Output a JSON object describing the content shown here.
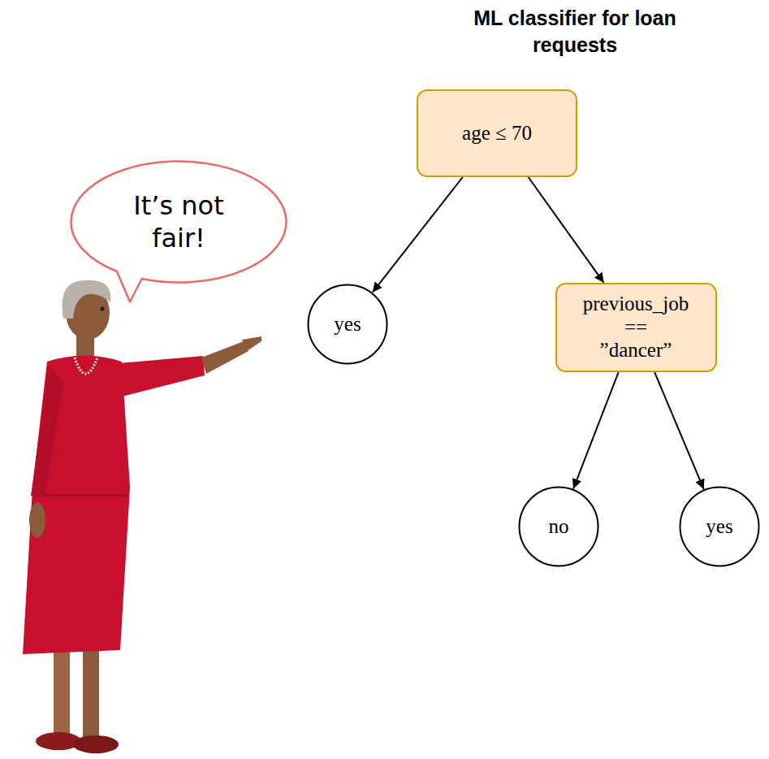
{
  "diagram": {
    "title": "ML classifier for loan requests",
    "nodes": [
      {
        "text": [
          "age ≤ 70"
        ]
      },
      {
        "text": [
          "It’s not fair!"
        ]
      },
      {
        "text": [
          "yes"
        ]
      },
      {
        "text": [
          "previous_job == ”dancer”"
        ]
      },
      {
        "text": [
          "no"
        ]
      },
      {
        "text": [
          "yes"
        ]
      }
    ],
    "edges": [
      {
        "from": 0,
        "to": 2,
        "arrow": "to"
      },
      {
        "from": 0,
        "to": 3,
        "arrow": "to"
      },
      {
        "from": 3,
        "to": 4,
        "arrow": "to"
      },
      {
        "from": 3,
        "to": 5,
        "arrow": "to"
      }
    ]
  }
}
